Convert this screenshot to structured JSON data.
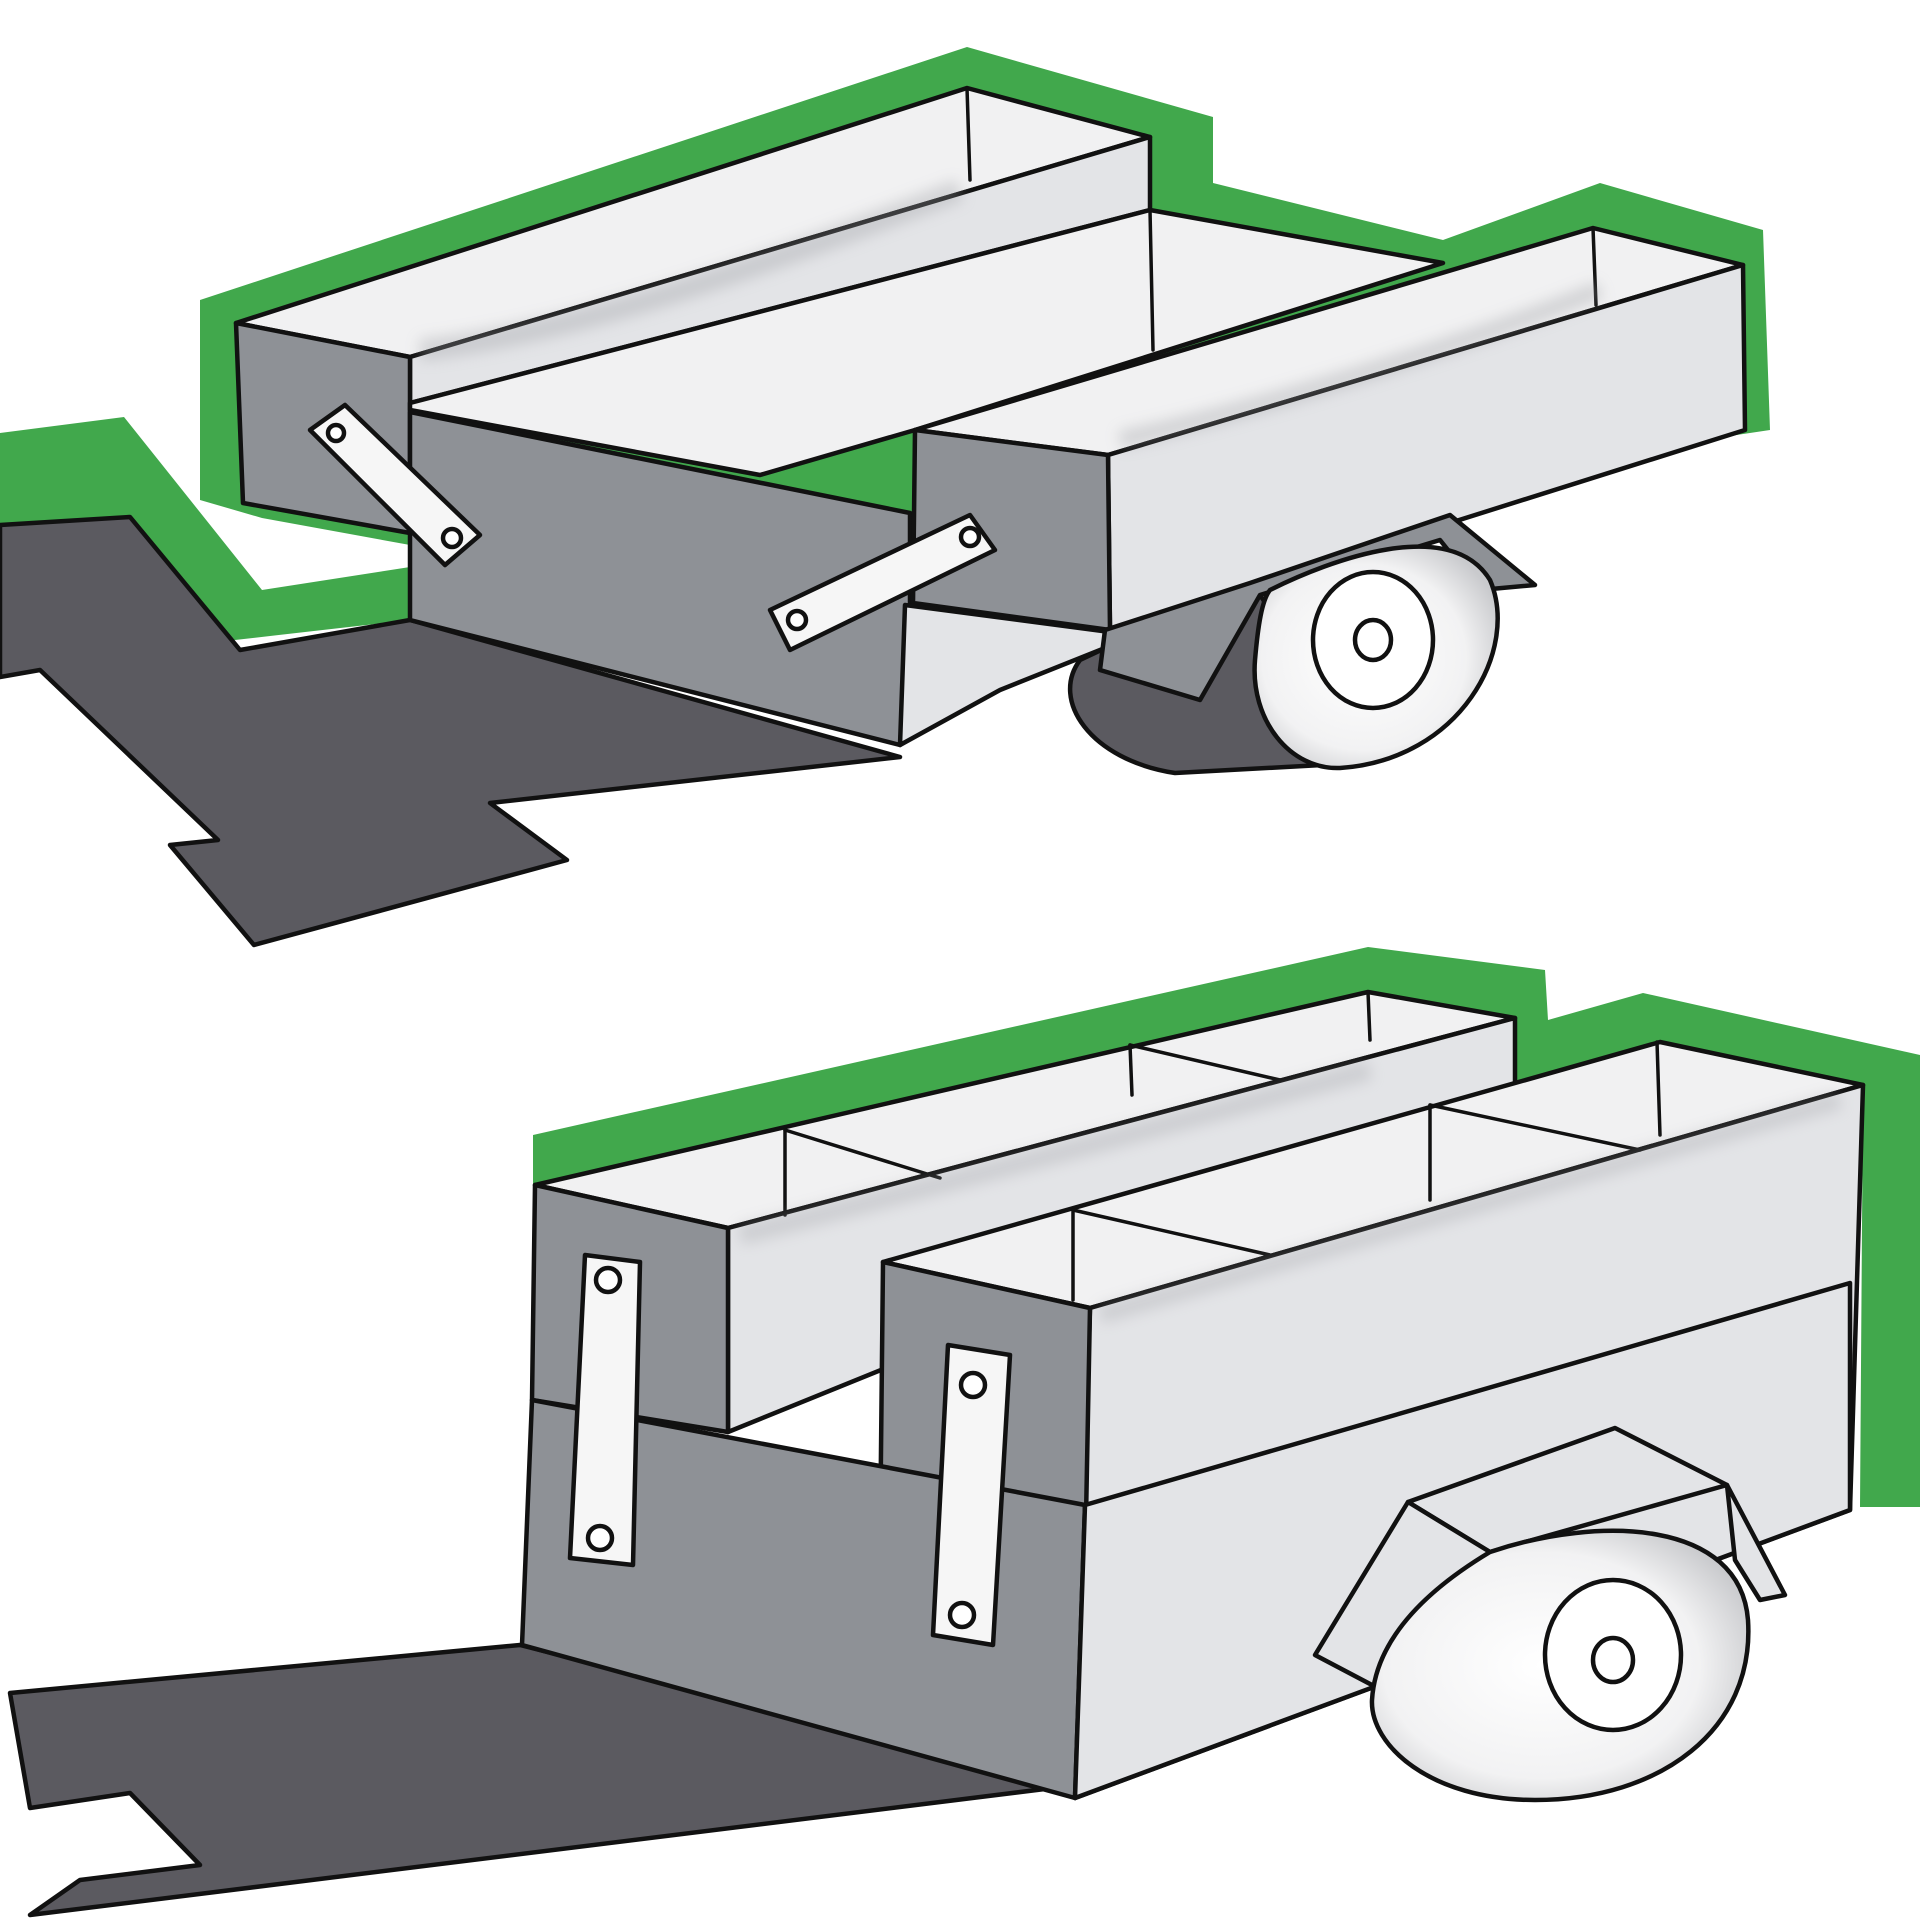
{
  "colors": {
    "background": "#ffffff",
    "highlight": "#41a84c",
    "shadow": "#5b5a60",
    "front_panel": "#8e9196",
    "side_panel": "#e3e4e7",
    "inner_panel": "#f1f1f2",
    "inner_shade": "#cfd0d4",
    "strap": "#f6f6f6",
    "outline": "#111111"
  },
  "illustrations": [
    {
      "id": "trailer-top",
      "parts": [
        "green-highlight",
        "ground-shadow",
        "front-panel",
        "side-panel",
        "wheel",
        "fender",
        "straps"
      ]
    },
    {
      "id": "trailer-bottom",
      "parts": [
        "green-highlight",
        "ground-shadow",
        "front-panel",
        "side-panel",
        "wheel",
        "fender",
        "straps"
      ]
    }
  ]
}
